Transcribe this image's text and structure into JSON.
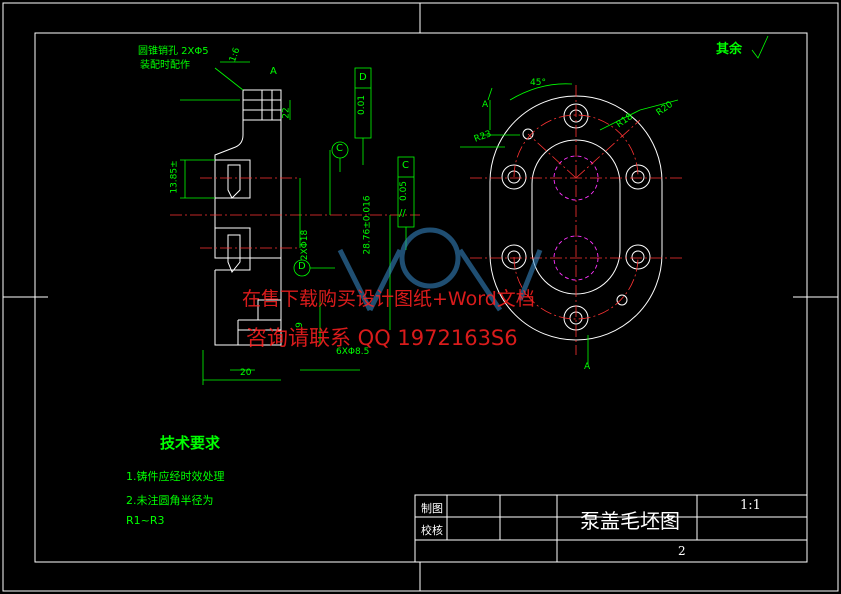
{
  "drawing": {
    "title": "泵盖毛坯图",
    "scale": "1:1",
    "sheet": "2",
    "draw_label": "制图",
    "check_label": "校核",
    "roughness_note": "其余",
    "colors": {
      "frame": "#ffffff",
      "part": "#ffffff",
      "dimension": "#00ff00",
      "center": "#ff3333",
      "hidden": "#ff33ff",
      "watermark": "#ff2020",
      "watermark_logo": "#3a8fd0"
    }
  },
  "notes": {
    "heading": "技术要求",
    "items": [
      "1.铸件应经时效处理",
      "2.未注圆角半径为",
      "R1~R3"
    ]
  },
  "annotations": {
    "hole_note_1": "圆锥销孔 2XΦ5",
    "hole_note_2": "装配时配作",
    "angle": "1:6",
    "section_a": "A",
    "dim_d": "D",
    "tol_d": "0.01",
    "dim_c": "C",
    "tol_c": "0.05",
    "parallel": "//",
    "datum_c": "C",
    "datum_d": "D",
    "dim_135": "13.85±",
    "dim_28": "28.76±0.016",
    "dim_2x18": "2XΦ18",
    "dim_6x": "6XΦ8.5",
    "dim_20": "20",
    "dim_22": "22",
    "dim_9": "9",
    "dim_45": "45°",
    "dim_r23": "R23",
    "dim_r18": "R18",
    "dim_r20": "R20",
    "view_a_top": "A",
    "view_a_bottom": "A"
  },
  "watermark": {
    "line1": "在售下载购买设计图纸+Word文档",
    "line2": "咨询请联系 QQ 1972163S6"
  }
}
